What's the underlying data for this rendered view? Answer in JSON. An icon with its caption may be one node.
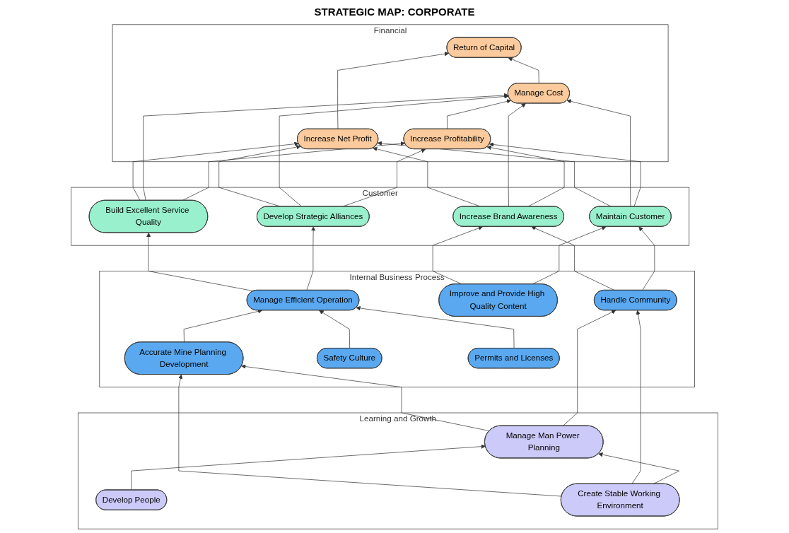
{
  "diagram": {
    "title": "STRATEGIC MAP: CORPORATE",
    "nodes": [
      {
        "text": [
          "Financial"
        ]
      },
      {
        "text": [
          "Increase Net Profit"
        ],
        "in": 0
      },
      {
        "text": [
          "Return of Capital"
        ],
        "in": 0
      },
      {
        "text": [
          "Manage Cost"
        ],
        "in": 0
      },
      {
        "text": [
          "Increase Profitability"
        ],
        "in": 0
      },
      {
        "text": [
          "Customer"
        ]
      },
      {
        "text": [
          "Build Excellent Service Quality"
        ],
        "in": 5
      },
      {
        "text": [
          "Develop Strategic Alliances"
        ],
        "in": 5
      },
      {
        "text": [
          "Increase Brand Awareness"
        ],
        "in": 5
      },
      {
        "text": [
          "Maintain Customer"
        ],
        "in": 5
      },
      {
        "text": [
          "Internal Business Process"
        ]
      },
      {
        "text": [
          "Manage Efficient Operation"
        ],
        "in": 10
      },
      {
        "text": [
          "Accurate Mine Planning Development"
        ],
        "in": 10
      },
      {
        "text": [
          "Safety Culture"
        ],
        "in": 10
      },
      {
        "text": [
          "Permits and Licenses"
        ],
        "in": 10
      },
      {
        "text": [
          "Improve and Provide High Quality Content"
        ],
        "in": 10
      },
      {
        "text": [
          "Handle Community"
        ],
        "in": 10
      },
      {
        "text": [
          "Learning and Growth"
        ]
      },
      {
        "text": [
          "Manage Man Power Planning"
        ],
        "in": 17
      },
      {
        "text": [
          "Develop People"
        ],
        "in": 17
      },
      {
        "text": [
          "Create Stable Working Environment"
        ],
        "in": 17
      }
    ],
    "edges": [
      {
        "from": 1,
        "to": 2,
        "arrow": "to"
      },
      {
        "from": 3,
        "to": 2,
        "arrow": "to"
      },
      {
        "from": 4,
        "to": 3,
        "arrow": "to"
      },
      {
        "from": 6,
        "to": 1,
        "arrow": "to"
      },
      {
        "from": 6,
        "to": 3,
        "arrow": "to"
      },
      {
        "from": 6,
        "to": 4,
        "arrow": "to"
      },
      {
        "from": 7,
        "to": 1,
        "arrow": "to"
      },
      {
        "from": 7,
        "to": 3,
        "arrow": "to"
      },
      {
        "from": 7,
        "to": 4,
        "arrow": "to"
      },
      {
        "from": 8,
        "to": 1,
        "arrow": "to"
      },
      {
        "from": 8,
        "to": 3,
        "arrow": "to"
      },
      {
        "from": 8,
        "to": 4,
        "arrow": "to"
      },
      {
        "from": 9,
        "to": 1,
        "arrow": "to"
      },
      {
        "from": 9,
        "to": 3,
        "arrow": "to"
      },
      {
        "from": 9,
        "to": 4,
        "arrow": "to"
      },
      {
        "from": 11,
        "to": 6,
        "arrow": "to"
      },
      {
        "from": 11,
        "to": 7,
        "arrow": "to"
      },
      {
        "from": 12,
        "to": 11,
        "arrow": "to"
      },
      {
        "from": 13,
        "to": 11,
        "arrow": "to"
      },
      {
        "from": 14,
        "to": 11,
        "arrow": "to"
      },
      {
        "from": 15,
        "to": 8,
        "arrow": "to"
      },
      {
        "from": 15,
        "to": 9,
        "arrow": "to"
      },
      {
        "from": 16,
        "to": 8,
        "arrow": "to"
      },
      {
        "from": 16,
        "to": 9,
        "arrow": "to"
      },
      {
        "from": 18,
        "to": 12,
        "arrow": "to"
      },
      {
        "from": 18,
        "to": 16,
        "arrow": "to"
      },
      {
        "from": 20,
        "to": 12,
        "arrow": "to"
      },
      {
        "from": 20,
        "to": 16,
        "arrow": "to"
      },
      {
        "from": 20,
        "to": 18,
        "arrow": "to"
      },
      {
        "from": 19,
        "to": 18,
        "arrow": "to"
      }
    ]
  }
}
